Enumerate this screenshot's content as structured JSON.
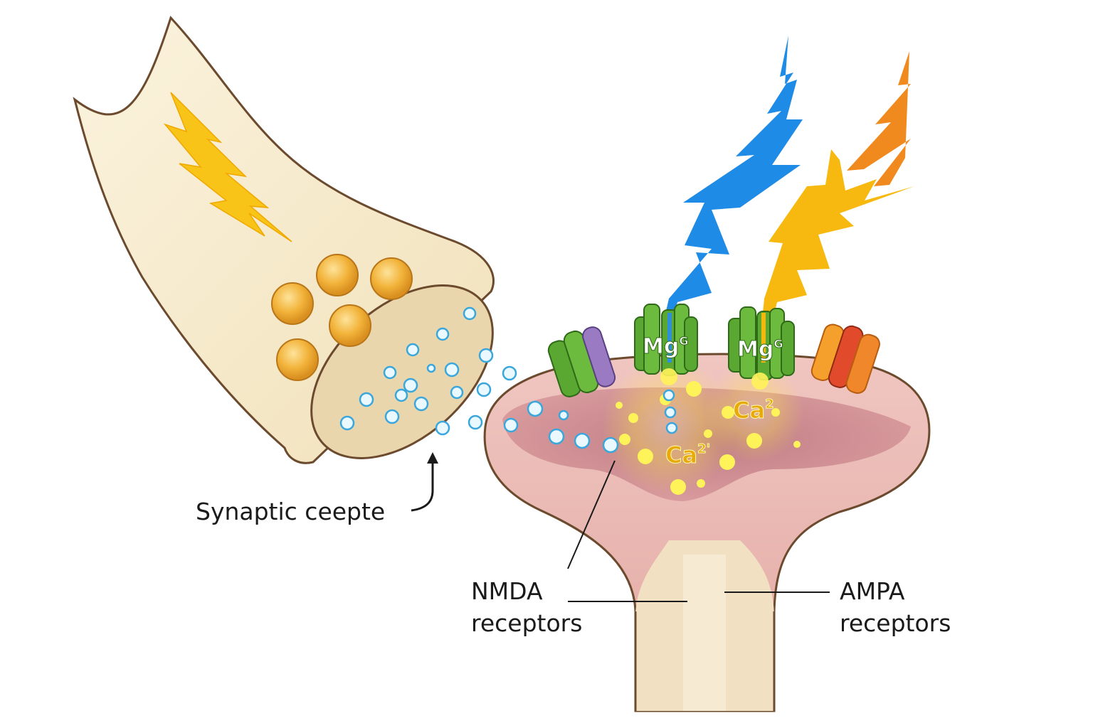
{
  "labels": {
    "synaptic": "Synaptic ceepte",
    "nmda_line1": "NMDA",
    "nmda_line2": "receptors",
    "ampa_line1": "AMPA",
    "ampa_line2": "receptors"
  },
  "ions": {
    "mg_left": "Mg",
    "mg_left_sup": "G",
    "mg_right": "Mg",
    "mg_right_sup": "G",
    "ca_upper": "Ca",
    "ca_upper_sup": "2",
    "ca_lower": "Ca",
    "ca_lower_sup": "2'"
  },
  "colors": {
    "axon_fill": "#f6ebcf",
    "outline": "#6b4a2e",
    "vesicle": "#f2b33a",
    "neurotransmitter": "#4fb3e0",
    "spine_fill": "#e9b3b0",
    "nmda_green": "#5aa832",
    "ampa_orange": "#f0872a",
    "ampa_red": "#e24a2c",
    "bolt_blue": "#1e8be6",
    "bolt_yellow": "#f7b90f",
    "bolt_orange": "#f08a1f",
    "calcium_glow": "#ffe64a"
  }
}
